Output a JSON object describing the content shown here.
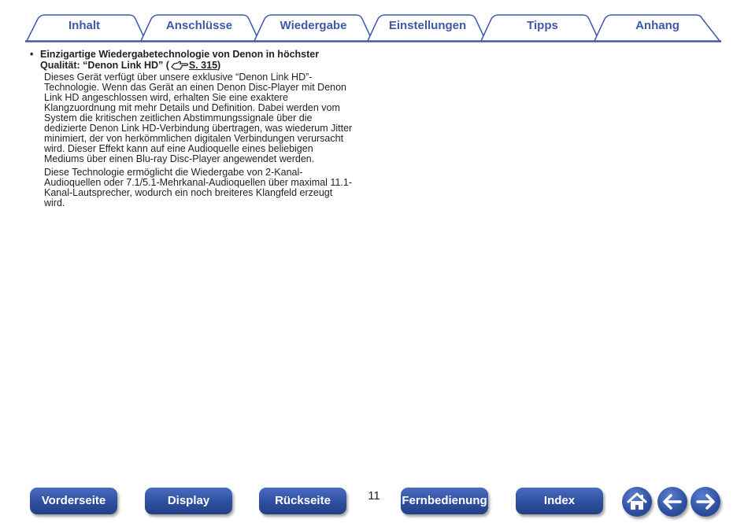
{
  "tabs": [
    {
      "label": "Inhalt"
    },
    {
      "label": "Anschlüsse"
    },
    {
      "label": "Wiedergabe"
    },
    {
      "label": "Einstellungen"
    },
    {
      "label": "Tipps"
    },
    {
      "label": "Anhang"
    }
  ],
  "content": {
    "heading_line1": "Einzigartige Wiedergabetechnologie von Denon in höchster",
    "heading_line2": "Qualität: “Denon Link HD” (",
    "heading_ref": "S. 315",
    "heading_close": ")",
    "paragraph1": [
      "Dieses Gerät verfügt über unsere exklusive “Denon Link HD”-",
      "Technologie. Wenn das Gerät an einen Denon Disc-Player mit Denon",
      "Link HD angeschlossen wird, erhalten Sie eine exaktere",
      "Klangzuordnung mit mehr Details und Definition. Dabei werden vom",
      "System die kritischen zeitlichen Abstimmungssignale über die",
      "dedizierte Denon Link HD-Verbindung übertragen, was wiederum Jitter",
      "minimiert, der von herkömmlichen digitalen Verbindungen verursacht",
      "wird. Dieser Effekt kann auf eine Audioquelle eines beliebigen",
      "Mediums über einen Blu-ray Disc-Player angewendet werden."
    ],
    "paragraph2": [
      "Diese Technologie ermöglicht die Wiedergabe von 2-Kanal-",
      "Audioquellen oder 7.1/5.1-Mehrkanal-Audioquellen über maximal 11.1-",
      "Kanal-Lautsprecher, wodurch ein noch breiteres Klangfeld erzeugt",
      "wird."
    ]
  },
  "page_number": "11",
  "bottom_nav": {
    "front": "Vorderseite",
    "display": "Display",
    "rear": "Rückseite",
    "remote": "Fernbedienung",
    "index": "Index"
  },
  "icons": {
    "home": "home-icon",
    "back": "arrow-left-icon",
    "forward": "arrow-right-icon",
    "reference": "pointing-hand-icon"
  },
  "colors": {
    "accent": "#3d5aa8",
    "button": "#2e4f9f",
    "text": "#231f20"
  }
}
